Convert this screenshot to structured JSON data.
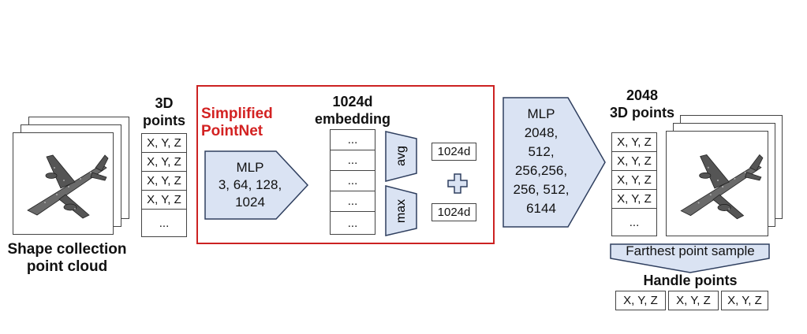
{
  "input": {
    "caption_line1": "Shape collection",
    "caption_line2": "point cloud",
    "image_icon": "airplane-point-cloud"
  },
  "points3d": {
    "title_line1": "3D",
    "title_line2": "points",
    "rows": [
      "X, Y, Z",
      "X, Y, Z",
      "X, Y, Z",
      "X, Y, Z",
      "..."
    ]
  },
  "pointnet": {
    "title_line1": "Simplified",
    "title_line2": "PointNet",
    "title_color": "#d32222",
    "box_color": "#cc2222",
    "mlp": {
      "line1": "MLP",
      "line2": "3, 64, 128,",
      "line3": "1024"
    },
    "embedding": {
      "title_line1": "1024d",
      "title_line2": "embedding",
      "cells": [
        "...",
        "...",
        "...",
        "...",
        "..."
      ]
    },
    "pool_avg": "avg",
    "pool_max": "max",
    "feat_top": "1024d",
    "feat_bottom": "1024d",
    "plus_icon": "plus-icon"
  },
  "decoder": {
    "lines": [
      "MLP",
      "2048,",
      "512,",
      "256,256,",
      "256, 512,",
      "6144"
    ]
  },
  "output": {
    "title_line1": "2048",
    "title_line2": "3D points",
    "rows": [
      "X, Y, Z",
      "X, Y, Z",
      "X, Y, Z",
      "X, Y, Z",
      "..."
    ],
    "image_icon": "airplane-point-cloud"
  },
  "fps": {
    "label": "Farthest point sample",
    "handle_title": "Handle points",
    "handles": [
      "X, Y, Z",
      "X, Y, Z",
      "X, Y, Z"
    ]
  },
  "colors": {
    "shape_fill": "#dae3f3",
    "shape_stroke": "#2f3f5f"
  }
}
